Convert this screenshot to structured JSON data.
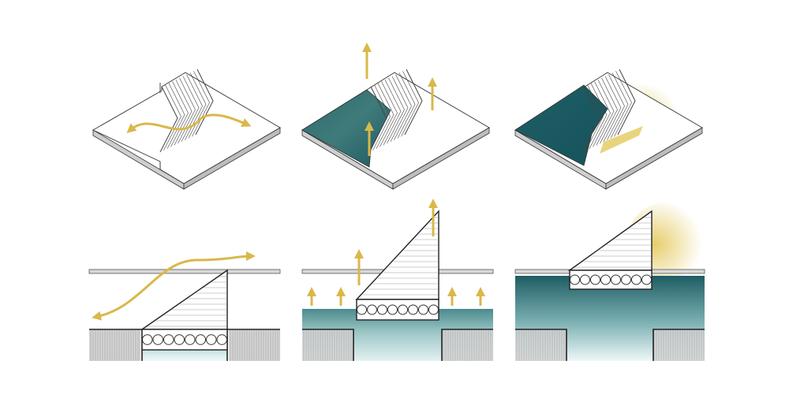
{
  "diagram": {
    "rows": [
      "isometric-views",
      "section-views"
    ],
    "panels": [
      {
        "id": "stage-1",
        "state": "dry",
        "arrow_type": "horizontal-passage"
      },
      {
        "id": "stage-2",
        "state": "rising-water",
        "arrow_type": "upward-buoyancy"
      },
      {
        "id": "stage-3",
        "state": "flooded",
        "arrow_type": "light-glow"
      }
    ]
  },
  "colors": {
    "water_dark": "#1f5f66",
    "water_light": "#cfe6e6",
    "arrow_gold": "#d9b84a",
    "glow_gold": "#e8d47a",
    "outline": "#222222",
    "ground_fill": "#d4d4d4",
    "slab_side": "#c8c8c8"
  }
}
